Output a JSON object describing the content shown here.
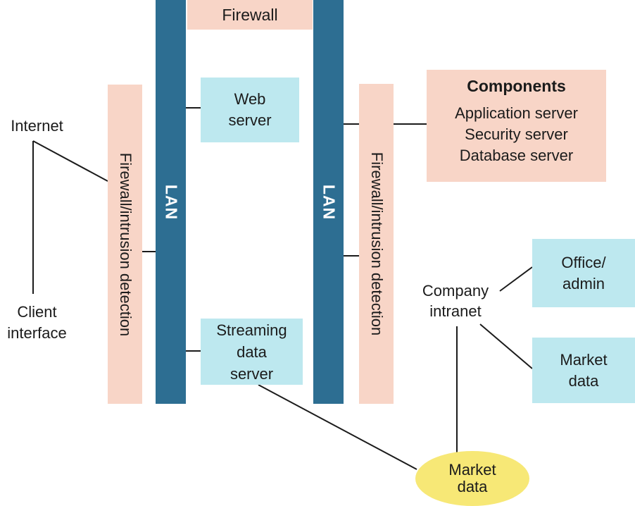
{
  "diagram": {
    "firewall_top": {
      "label": "Firewall"
    },
    "lan_left": {
      "label": "LAN"
    },
    "lan_right": {
      "label": "LAN"
    },
    "firewall_intrusion_left": {
      "label": "Firewall/intrusion detection"
    },
    "firewall_intrusion_right": {
      "label": "Firewall/intrusion detection"
    },
    "web_server": {
      "label": "Web\nserver"
    },
    "streaming_server": {
      "label": "Streaming\ndata\nserver"
    },
    "components": {
      "title": "Components",
      "items": [
        "Application server",
        "Security server",
        "Database server"
      ]
    },
    "office_admin": {
      "label": "Office/\nadmin"
    },
    "market_data_box": {
      "label": "Market\ndata"
    },
    "market_data_ellipse": {
      "label": "Market\ndata"
    },
    "internet": {
      "label": "Internet"
    },
    "client_interface": {
      "label": "Client\ninterface"
    },
    "company_intranet": {
      "label": "Company\nintranet"
    }
  },
  "colors": {
    "salmon": "#f8d5c7",
    "blue": "#2d6e92",
    "cyan": "#bde8ef",
    "yellow": "#f7e876",
    "line": "#1b1b1b",
    "text": "#1b1b1b",
    "lan_text": "#ffffff",
    "background": "#ffffff"
  }
}
